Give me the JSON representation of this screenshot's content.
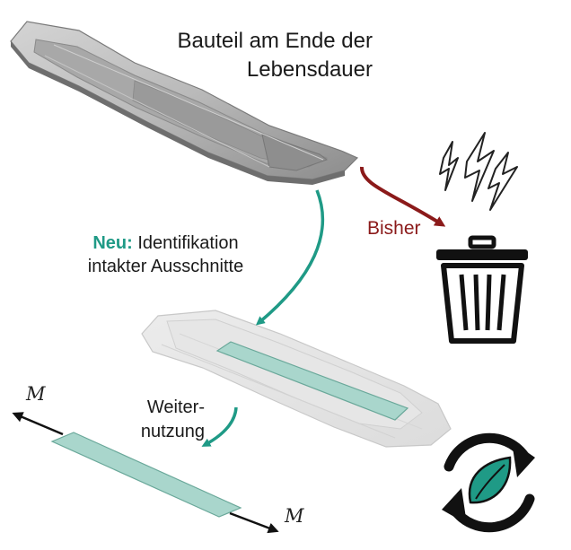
{
  "labels": {
    "title_line1": "Bauteil am Ende der",
    "title_line2": "Lebensdauer",
    "neu_bold": "Neu:",
    "neu_line1_rest": " Identifikation",
    "neu_line2": "intakter Ausschnitte",
    "bisher": "Bisher",
    "weiter_line1": "Weiter-",
    "weiter_line2": "nutzung",
    "moment_left": "M",
    "moment_right": "M"
  },
  "colors": {
    "teal": "#1f9a86",
    "dark_red": "#8b1a1a",
    "strip_fill": "#a9d6cc",
    "leaf_green": "#1f9a86",
    "black": "#111111"
  },
  "icons": [
    "lightning-bolts-icon",
    "trash-bin-icon",
    "recycle-leaf-icon"
  ]
}
